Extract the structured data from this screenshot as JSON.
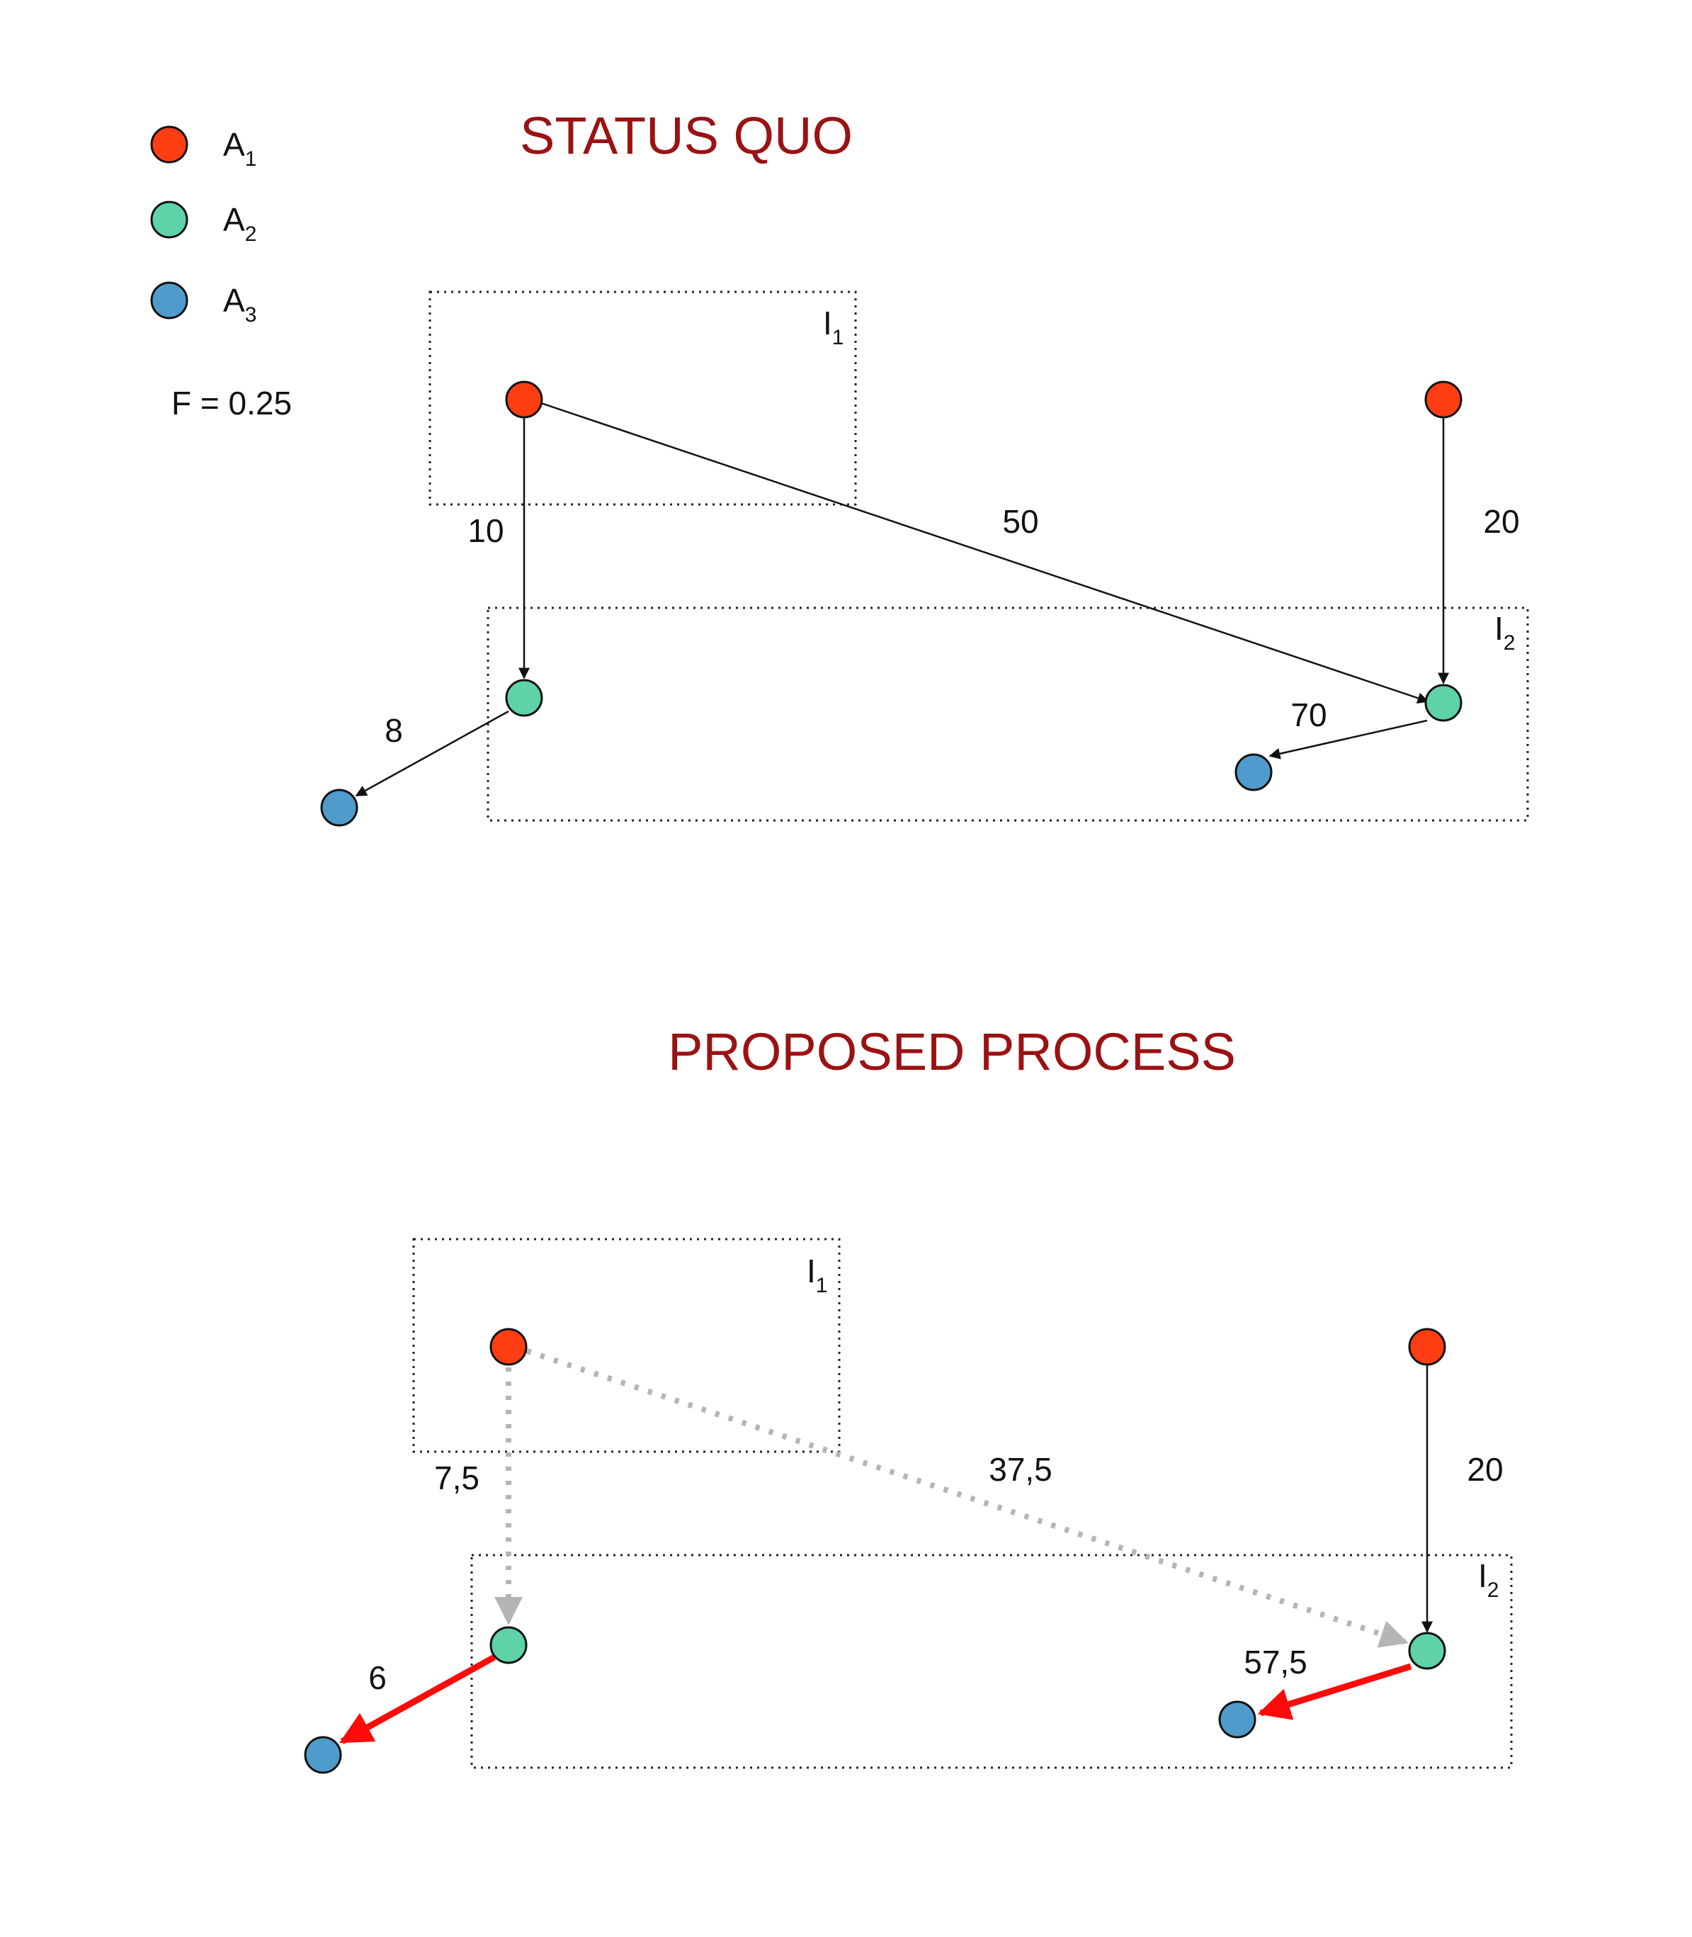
{
  "colors": {
    "A1": "#ff3d12",
    "A2": "#5dd3a7",
    "A3": "#4f9bcb",
    "title": "#9b1214",
    "regular_edge": "#111111",
    "reduced_edge": "#b5b5b5",
    "highlight_edge": "#ff0a0a"
  },
  "legend": {
    "items": [
      {
        "letter": "A",
        "sub": "1",
        "color_key": "A1"
      },
      {
        "letter": "A",
        "sub": "2",
        "color_key": "A2"
      },
      {
        "letter": "A",
        "sub": "3",
        "color_key": "A3"
      }
    ],
    "parameter": "F = 0.25"
  },
  "status_quo": {
    "title": "STATUS QUO",
    "regions": {
      "i1": {
        "letter": "I",
        "sub": "1"
      },
      "i2": {
        "letter": "I",
        "sub": "2"
      }
    },
    "edges": {
      "left_a1_to_left_a2": "10",
      "left_a1_to_right_a2": "50",
      "right_a1_to_right_a2": "20",
      "left_a2_to_left_a3": "8",
      "right_a2_to_right_a3": "70"
    }
  },
  "proposed": {
    "title": "PROPOSED PROCESS",
    "regions": {
      "i1": {
        "letter": "I",
        "sub": "1"
      },
      "i2": {
        "letter": "I",
        "sub": "2"
      }
    },
    "edges": {
      "left_a1_to_left_a2": "7,5",
      "left_a1_to_right_a2": "37,5",
      "right_a1_to_right_a2": "20",
      "left_a2_to_left_a3": "6",
      "right_a2_to_right_a3": "57,5"
    }
  }
}
